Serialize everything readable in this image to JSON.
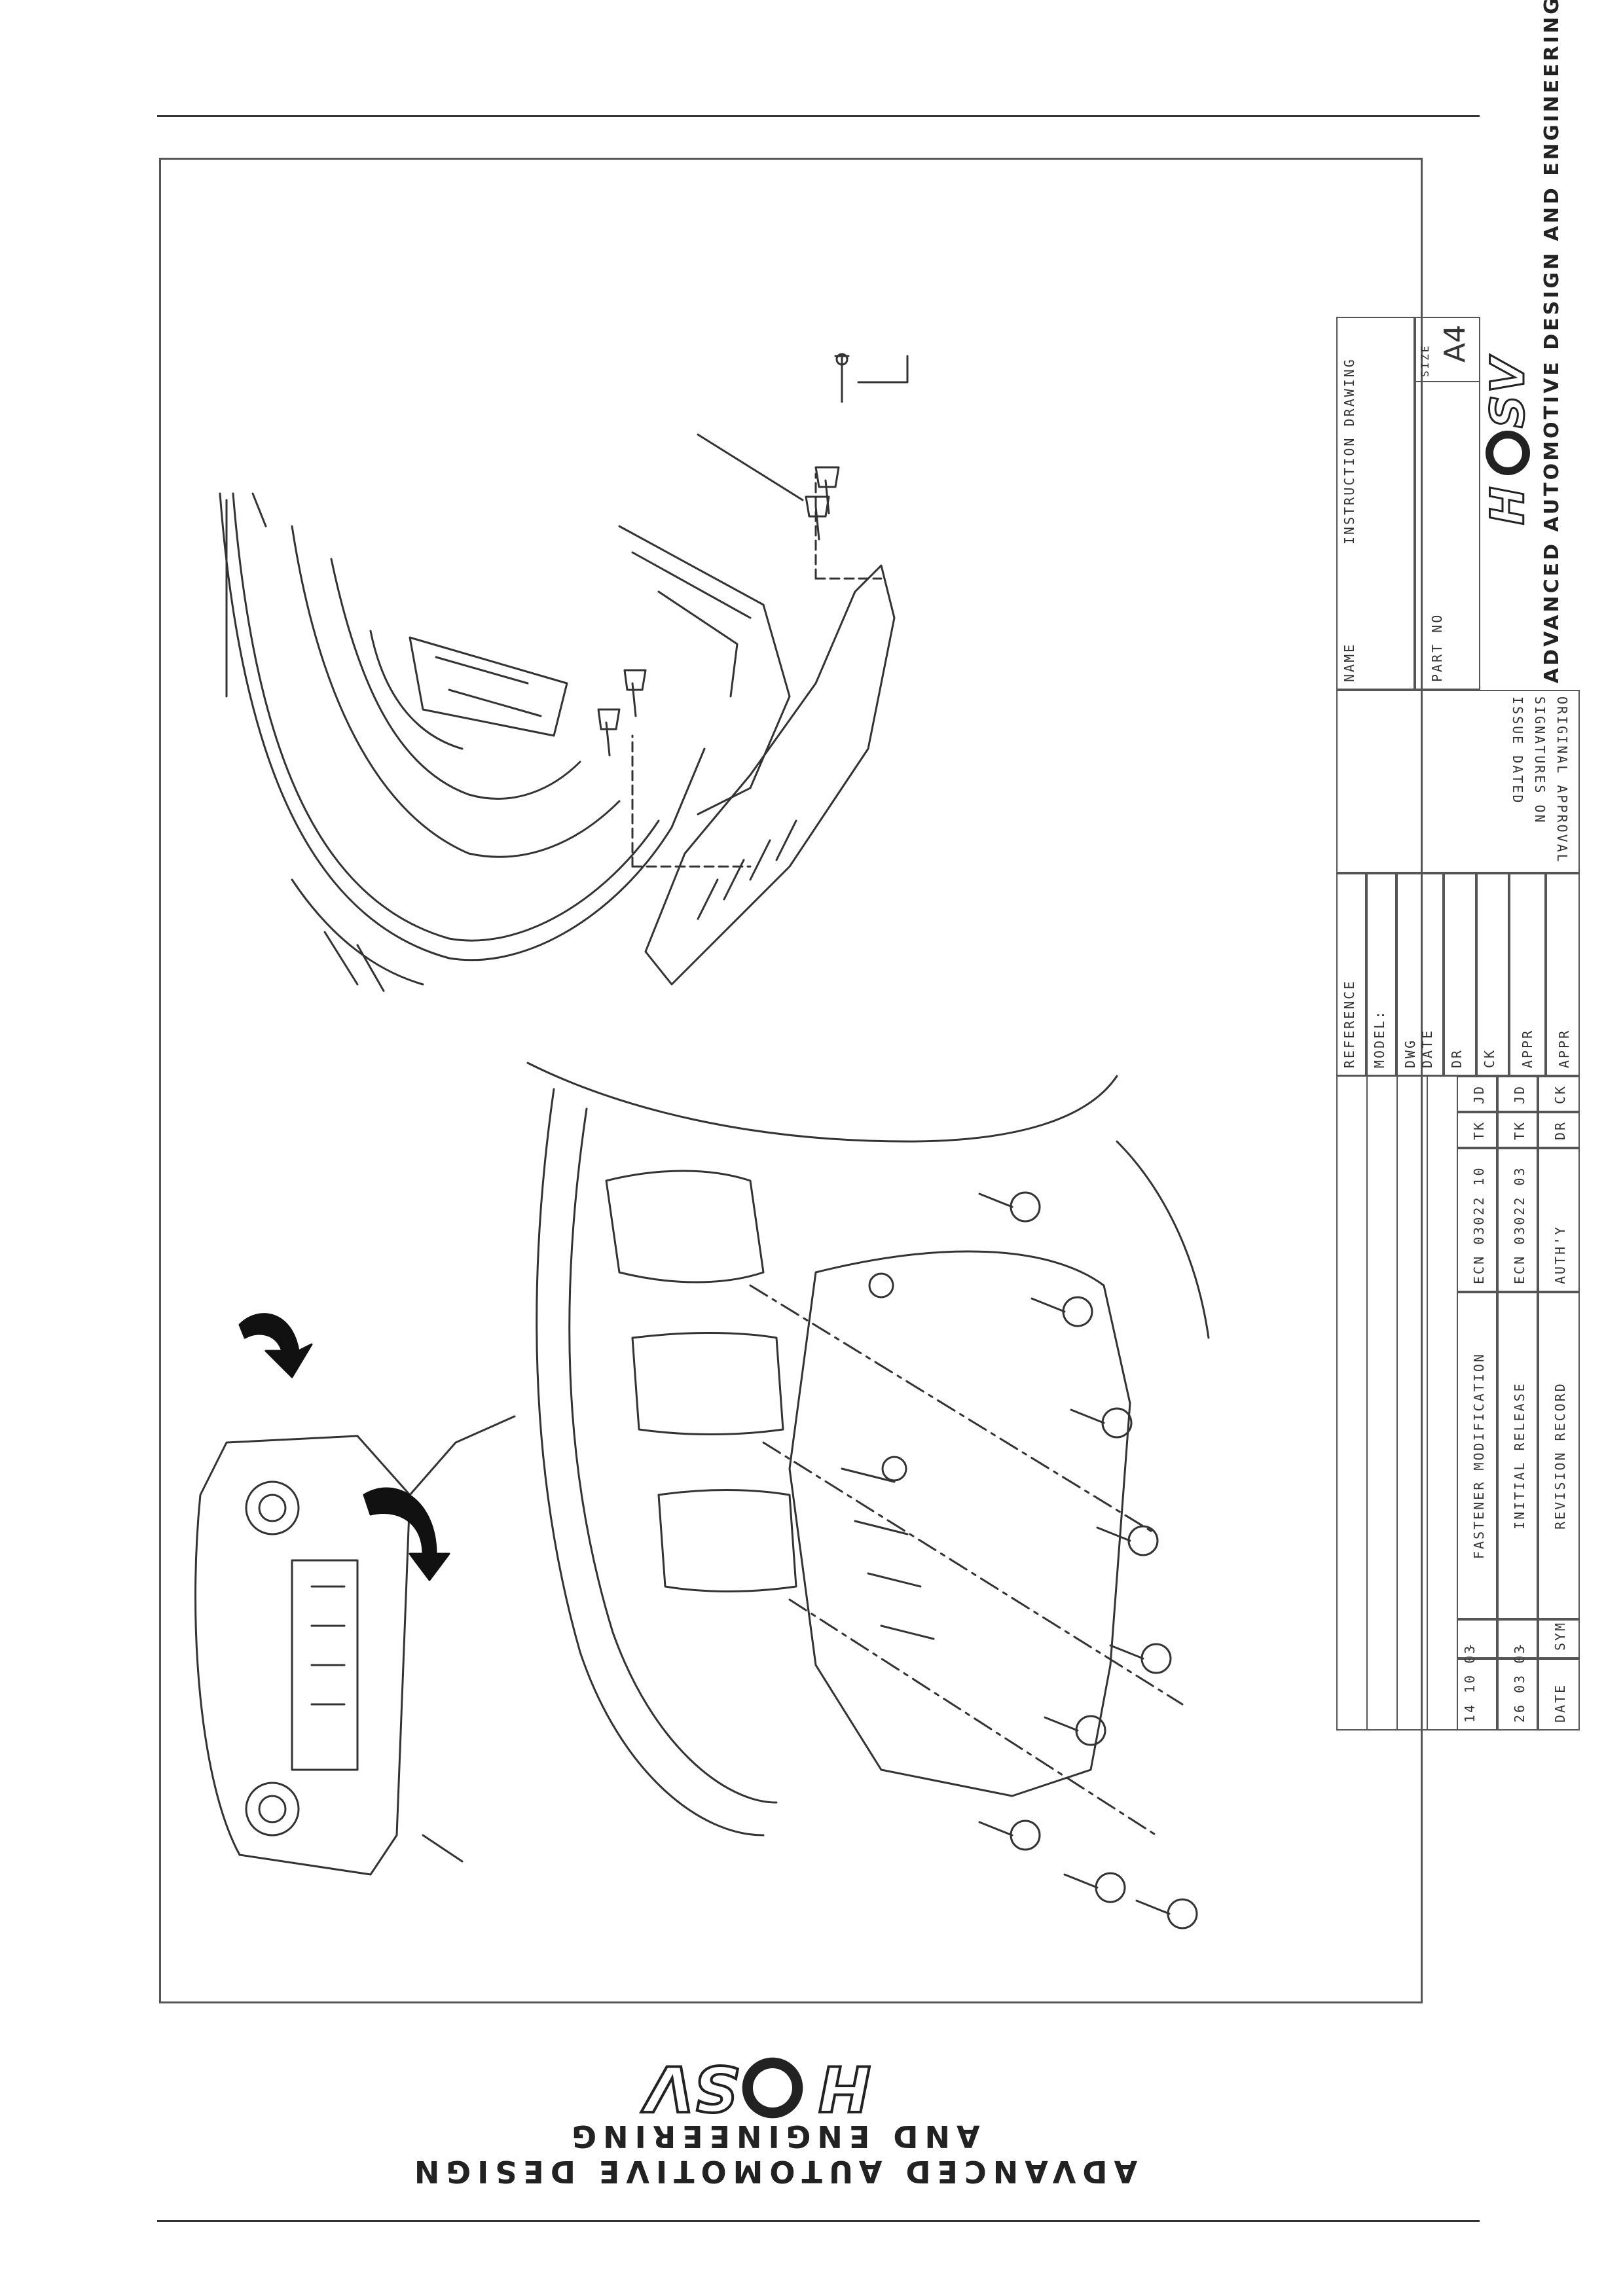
{
  "page": {
    "company_tagline": "ADVANCED AUTOMOTIVE DESIGN AND ENGINEERING",
    "logo_text": "HSV"
  },
  "title_block": {
    "revisions": [
      {
        "date": "14 10 03",
        "sym": "-",
        "description": "FASTENER MODIFICATION",
        "auth": "ECN 03022 10",
        "dr": "TK",
        "ck": "JD"
      },
      {
        "date": "26 03 03",
        "sym": "-",
        "description": "INITIAL RELEASE",
        "auth": "ECN 03022 03",
        "dr": "TK",
        "ck": "JD"
      }
    ],
    "revision_header": {
      "date": "DATE",
      "sym": "SYM",
      "description": "REVISION RECORD",
      "auth": "AUTH'Y",
      "dr": "DR",
      "ck": "CK"
    },
    "reference_label": "REFERENCE",
    "model_label": "MODEL:",
    "dwg_label": "DWG",
    "date_label": "DATE",
    "dr_label": "DR",
    "ck_label": "CK",
    "appr_label_1": "APPR",
    "appr_label_2": "APPR",
    "approval_lines": [
      "ORIGINAL APPROVAL",
      "SIGNATURES ON",
      "ISSUE DATED"
    ],
    "name_label": "NAME",
    "name_value": "INSTRUCTION DRAWING",
    "part_no_label": "PART NO",
    "size_label": "SIZE",
    "size_value": "A4"
  }
}
